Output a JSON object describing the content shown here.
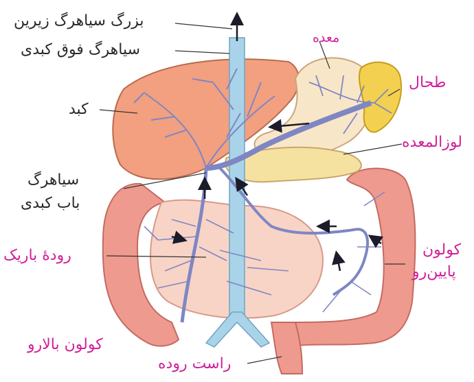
{
  "colors": {
    "label_dark": "#2a2a2a",
    "label_pink": "#d0209a",
    "liver": "#f2a07f",
    "intestine": "#f5b7a8",
    "colon": "#ee9a8f",
    "stomach": "#f8e6c8",
    "spleen": "#f3d050",
    "vein": "#7f86c4",
    "vena_cava": "#a9d3e8"
  },
  "labels": {
    "ivc": "بزرگ سیاهرگ زیرین",
    "hepatic_vein": "سیاهرگ فوق کبدی",
    "liver": "کبد",
    "portal_vein_1": "سیاهرگ",
    "portal_vein_2": "باب کبدی",
    "small_intestine": "رودۀ باریک",
    "ascending_colon": "کولون بالارو",
    "rectum": "راست روده",
    "stomach": "معده",
    "spleen": "طحال",
    "pancreas": "لوزالمعده",
    "descending_colon_1": "کولون",
    "descending_colon_2": "پایین‌رو"
  }
}
